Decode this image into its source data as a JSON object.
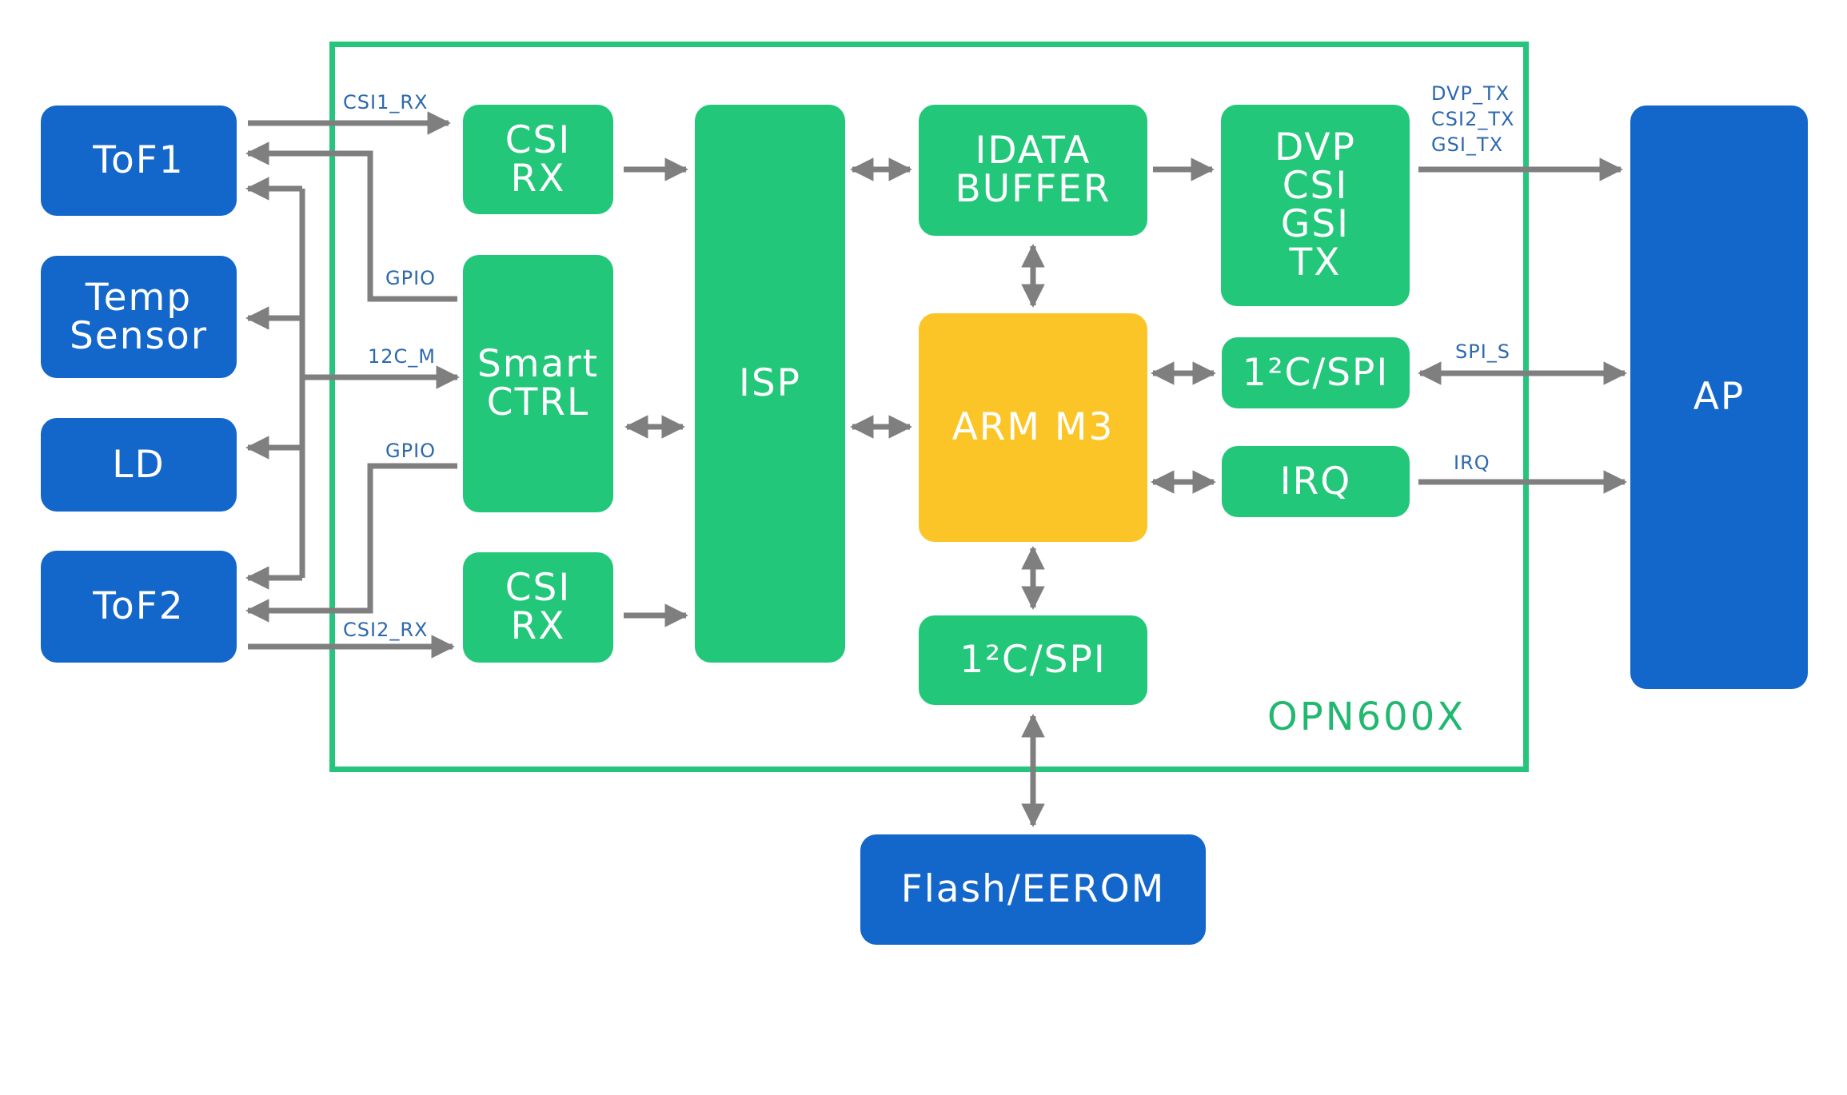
{
  "diagram": {
    "chip": {
      "name": "OPN600X",
      "border_color": "#27C47D"
    },
    "colors": {
      "external": "#1366CA",
      "internal": "#23C77A",
      "cpu": "#FCC527",
      "wire": "#7F7F7F",
      "signal_label": "#2D68AD"
    },
    "external": {
      "tof1": "ToF1",
      "temp_sensor": "Temp\nSensor",
      "ld": "LD",
      "tof2": "ToF2",
      "ap": "AP",
      "flash": "Flash/EEROM"
    },
    "blocks": {
      "csi_rx1": "CSI\nRX",
      "smart_ctrl": "Smart\nCTRL",
      "csi_rx2": "CSI\nRX",
      "isp": "ISP",
      "idata_buffer": "IDATA\nBUFFER",
      "arm": "ARM M3",
      "i2c_spi_bottom": "1²C/SPI",
      "dvp_tx": "DVP\nCSI\nGSI\nTX",
      "i2c_spi_right": "1²C/SPI",
      "irq": "IRQ"
    },
    "signals": {
      "csi1_rx": "CSI1_RX",
      "gpio_top": "GPIO",
      "i2c_m": "12C_M",
      "gpio_bottom": "GPIO",
      "csi2_rx": "CSI2_RX",
      "tx_out": "DVP_TX\nCSI2_TX\nGSI_TX",
      "spi_s": "SPI_S",
      "irq": "IRQ"
    },
    "connections": [
      {
        "from": "ToF1",
        "to": "CSI RX",
        "signal": "CSI1_RX",
        "direction": "forward"
      },
      {
        "from": "Smart CTRL",
        "to": "ToF1",
        "signal": "GPIO",
        "direction": "forward"
      },
      {
        "from": "I2C bus",
        "to": "ToF1",
        "signal": "12C_M",
        "direction": "forward"
      },
      {
        "from": "I2C bus",
        "to": "Temp Sensor",
        "signal": "12C_M",
        "direction": "forward"
      },
      {
        "from": "I2C bus",
        "to": "LD",
        "signal": "12C_M",
        "direction": "forward"
      },
      {
        "from": "I2C bus",
        "to": "ToF2",
        "signal": "12C_M",
        "direction": "forward"
      },
      {
        "from": "I2C bus",
        "to": "Smart CTRL",
        "signal": "12C_M",
        "direction": "forward"
      },
      {
        "from": "Smart CTRL",
        "to": "ToF2",
        "signal": "GPIO",
        "direction": "forward"
      },
      {
        "from": "ToF2",
        "to": "CSI RX",
        "signal": "CSI2_RX",
        "direction": "forward"
      },
      {
        "from": "CSI RX",
        "to": "ISP",
        "direction": "forward"
      },
      {
        "from": "CSI RX",
        "to": "ISP",
        "direction": "forward"
      },
      {
        "from": "Smart CTRL",
        "to": "ISP",
        "direction": "bidirectional"
      },
      {
        "from": "ISP",
        "to": "IDATA BUFFER",
        "direction": "bidirectional"
      },
      {
        "from": "ISP",
        "to": "ARM M3",
        "direction": "bidirectional"
      },
      {
        "from": "IDATA BUFFER",
        "to": "DVP CSI GSI TX",
        "direction": "forward"
      },
      {
        "from": "IDATA BUFFER",
        "to": "ARM M3",
        "direction": "bidirectional"
      },
      {
        "from": "ARM M3",
        "to": "1²C/SPI",
        "direction": "bidirectional"
      },
      {
        "from": "ARM M3",
        "to": "IRQ",
        "direction": "bidirectional"
      },
      {
        "from": "ARM M3",
        "to": "1²C/SPI (bottom)",
        "direction": "bidirectional"
      },
      {
        "from": "1²C/SPI (bottom)",
        "to": "Flash/EEROM",
        "direction": "bidirectional"
      },
      {
        "from": "DVP CSI GSI TX",
        "to": "AP",
        "signal": "DVP_TX / CSI2_TX / GSI_TX",
        "direction": "forward"
      },
      {
        "from": "1²C/SPI",
        "to": "AP",
        "signal": "SPI_S",
        "direction": "bidirectional"
      },
      {
        "from": "IRQ",
        "to": "AP",
        "signal": "IRQ",
        "direction": "forward"
      }
    ]
  }
}
